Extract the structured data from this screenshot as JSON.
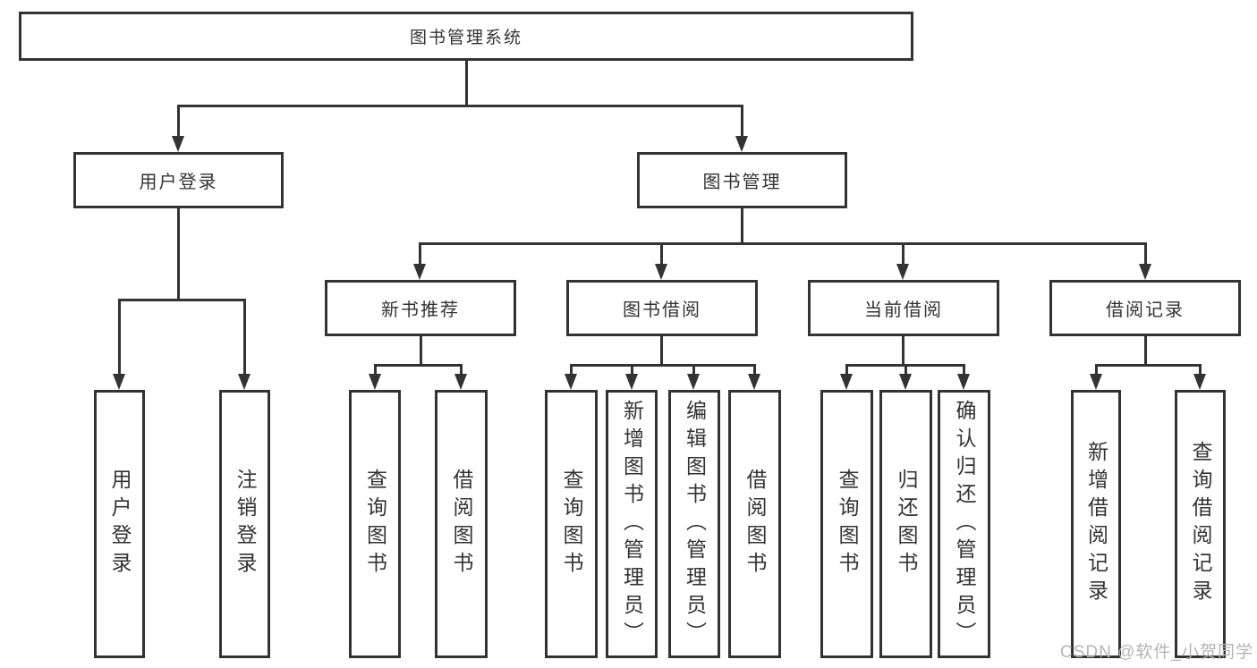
{
  "tree": {
    "root": "图书管理系统",
    "branches": [
      {
        "label": "用户登录",
        "children": [
          "用户登录",
          "注销登录"
        ]
      },
      {
        "label": "图书管理",
        "children": [
          {
            "label": "新书推荐",
            "children": [
              "查询图书",
              "借阅图书"
            ]
          },
          {
            "label": "图书借阅",
            "children": [
              "查询图书",
              "新增图书（管理员）",
              "编辑图书（管理员）",
              "借阅图书"
            ]
          },
          {
            "label": "当前借阅",
            "children": [
              "查询图书",
              "归还图书",
              "确认归还（管理员）"
            ]
          },
          {
            "label": "借阅记录",
            "children": [
              "新增借阅记录",
              "查询借阅记录"
            ]
          }
        ]
      }
    ]
  },
  "watermark": {
    "text": "CSDN @软件_小贺同学"
  },
  "colors": {
    "line": "#333333",
    "text": "#333333",
    "watermark": "#b5b5b5",
    "background": "#ffffff"
  }
}
